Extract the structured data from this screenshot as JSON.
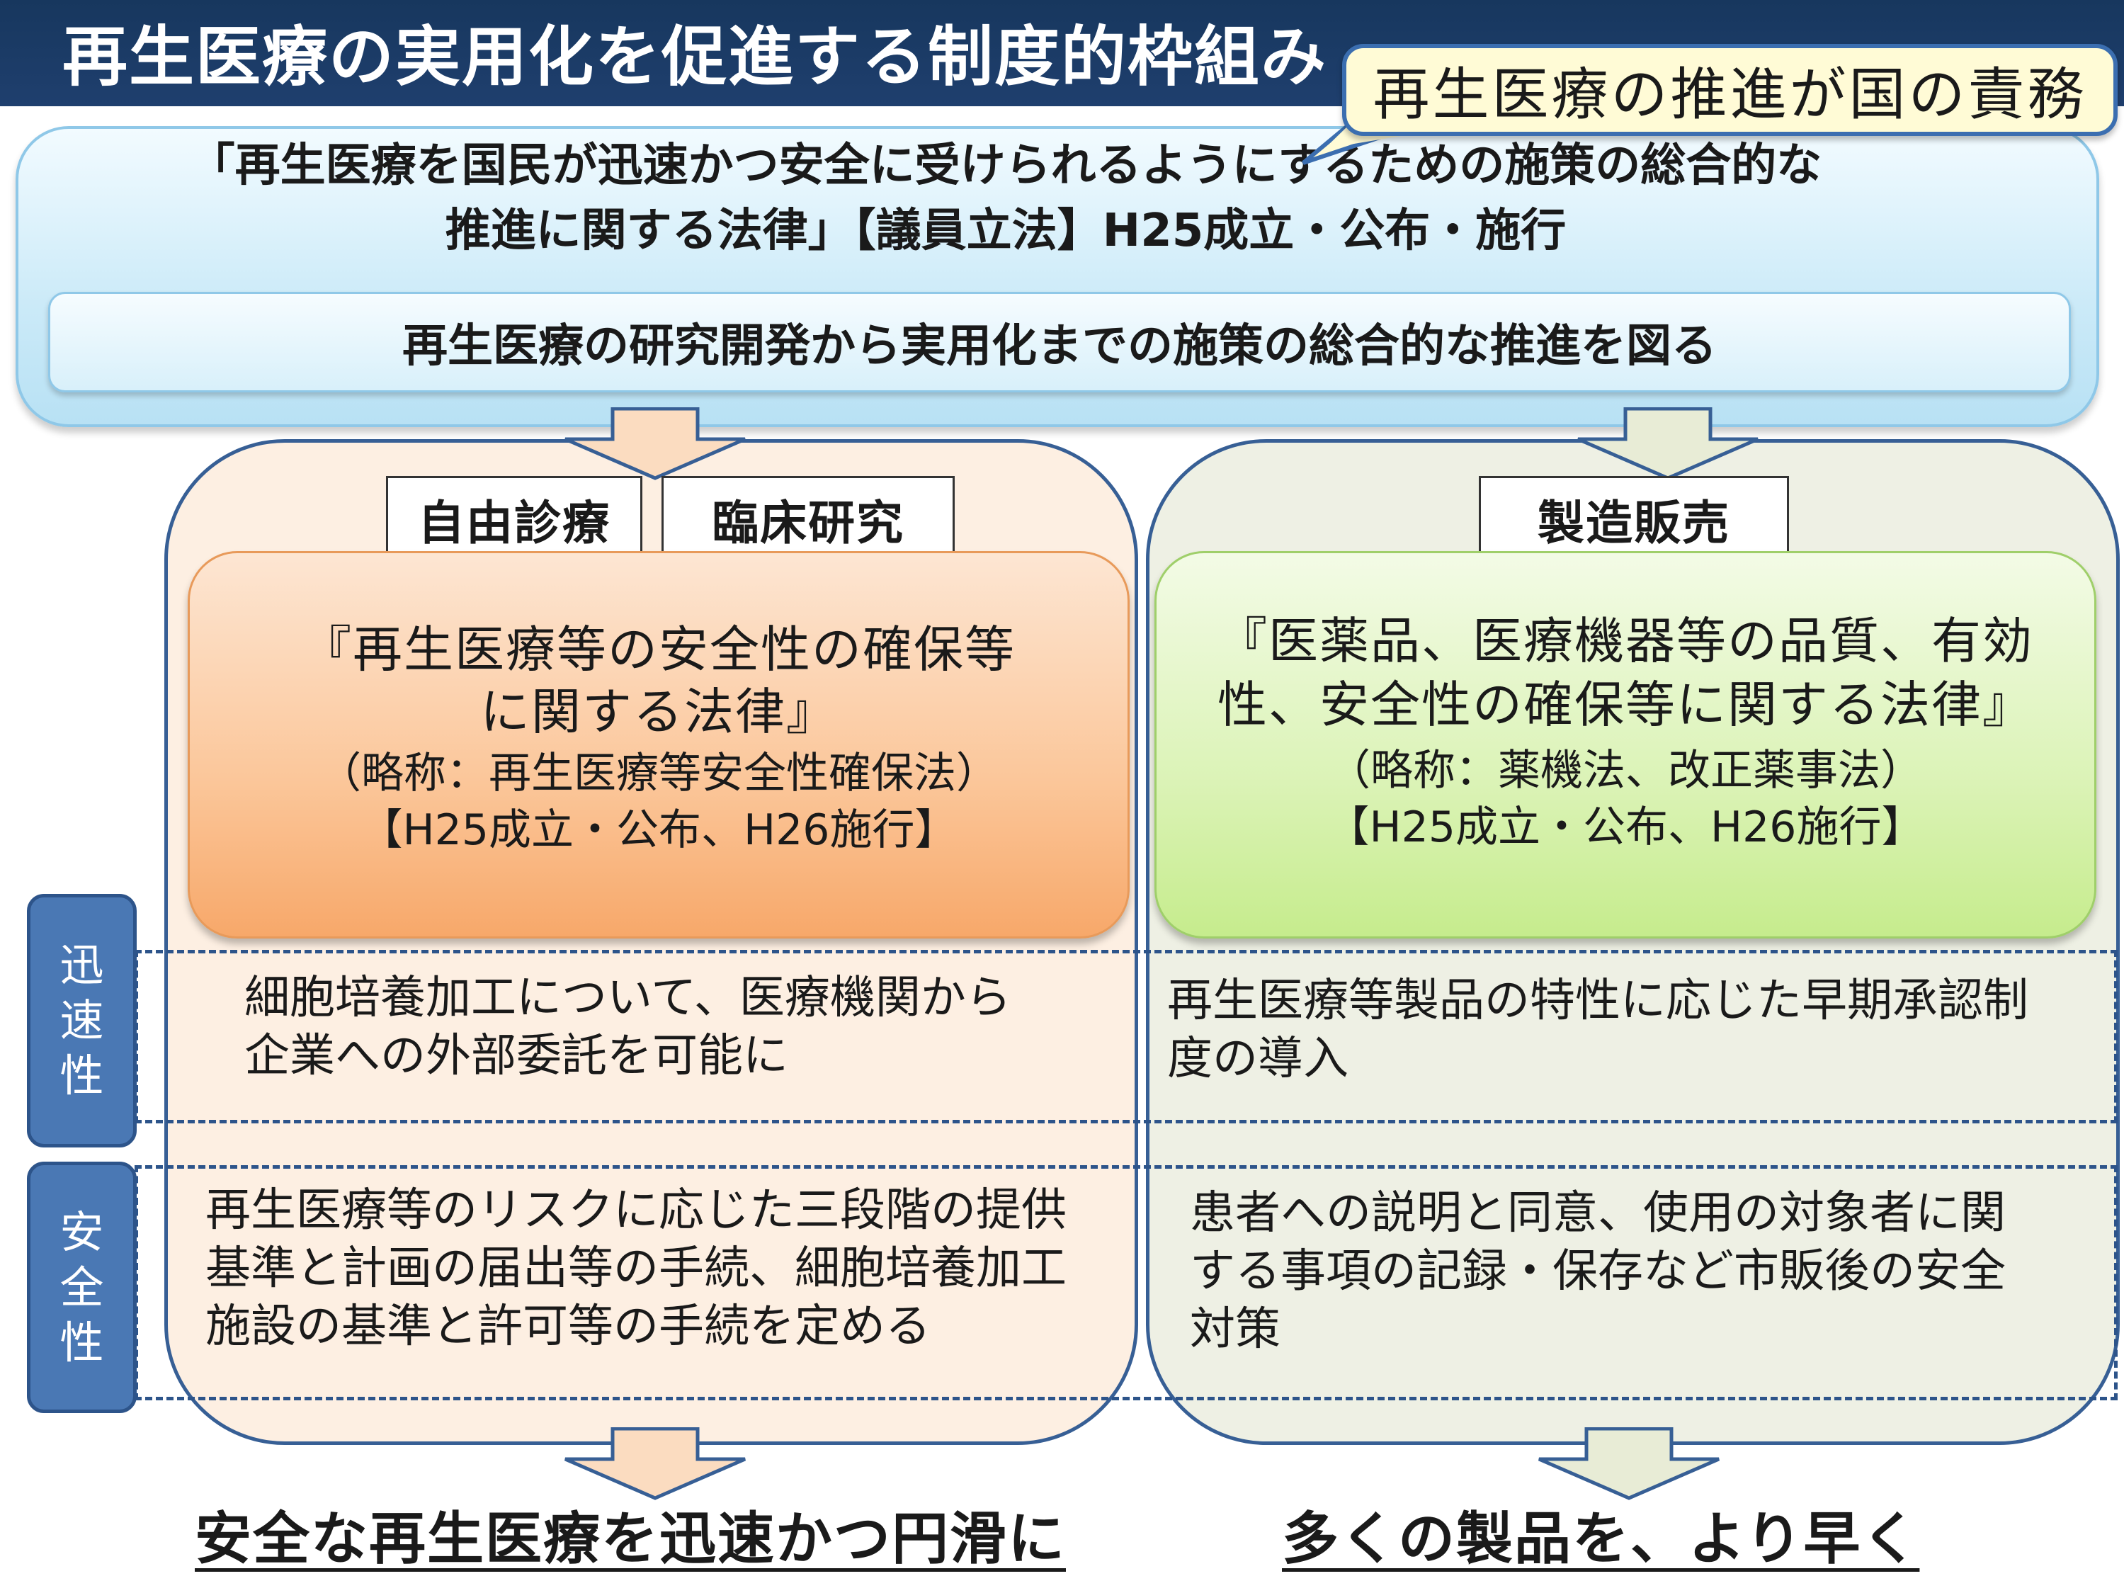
{
  "header": {
    "title": "再生医療の実用化を促進する制度的枠組み",
    "callout": "再生医療の推進が国の責務"
  },
  "act": {
    "line1": "「再生医療を国民が迅速かつ安全に受けられるようにするための施策の総合的な",
    "line2": "推進に関する法律」【議員立法】H25成立・公布・施行",
    "purpose": "再生医療の研究開発から実用化までの施策の総合的な推進を図る"
  },
  "left": {
    "tag1": "自由診療",
    "tag2": "臨床研究",
    "law_line1": "『再生医療等の安全性の確保等",
    "law_line2": "に関する法律』",
    "law_abbr": "（略称：再生医療等安全性確保法）",
    "law_dates": "【H25成立・公布、H26施行】",
    "speed_line1": "細胞培養加工について、医療機関から",
    "speed_line2": "企業への外部委託を可能に",
    "safety_line1": "再生医療等のリスクに応じた三段階の提供",
    "safety_line2": "基準と計画の届出等の手続、細胞培養加工",
    "safety_line3": "施設の基準と許可等の手続を定める",
    "result": "安全な再生医療を迅速かつ円滑に"
  },
  "right": {
    "tag": "製造販売",
    "law_line1": "『医薬品、医療機器等の品質、有効",
    "law_line2": "性、安全性の確保等に関する法律』",
    "law_abbr": "（略称：薬機法、改正薬事法）",
    "law_dates": "【H25成立・公布、H26施行】",
    "speed_line1": "再生医療等製品の特性に応じた早期承認制",
    "speed_line2": "度の導入",
    "safety_line1": "患者への説明と同意、使用の対象者に関",
    "safety_line2": "する事項の記録・保存など市販後の安全",
    "safety_line3": "対策",
    "result": "多くの製品を、より早く"
  },
  "side": {
    "speed": [
      "迅",
      "速",
      "性"
    ],
    "safety": [
      "安",
      "全",
      "性"
    ]
  },
  "colors": {
    "title_bar": "#17375e",
    "callout_bg": "#fffbd6",
    "panel_border": "#375f95",
    "left_panel": "#fdefe2",
    "right_panel": "#eef0e4",
    "left_law": "#fbc699",
    "right_law": "#dbf3b6",
    "side_label": "#4a78b4"
  }
}
